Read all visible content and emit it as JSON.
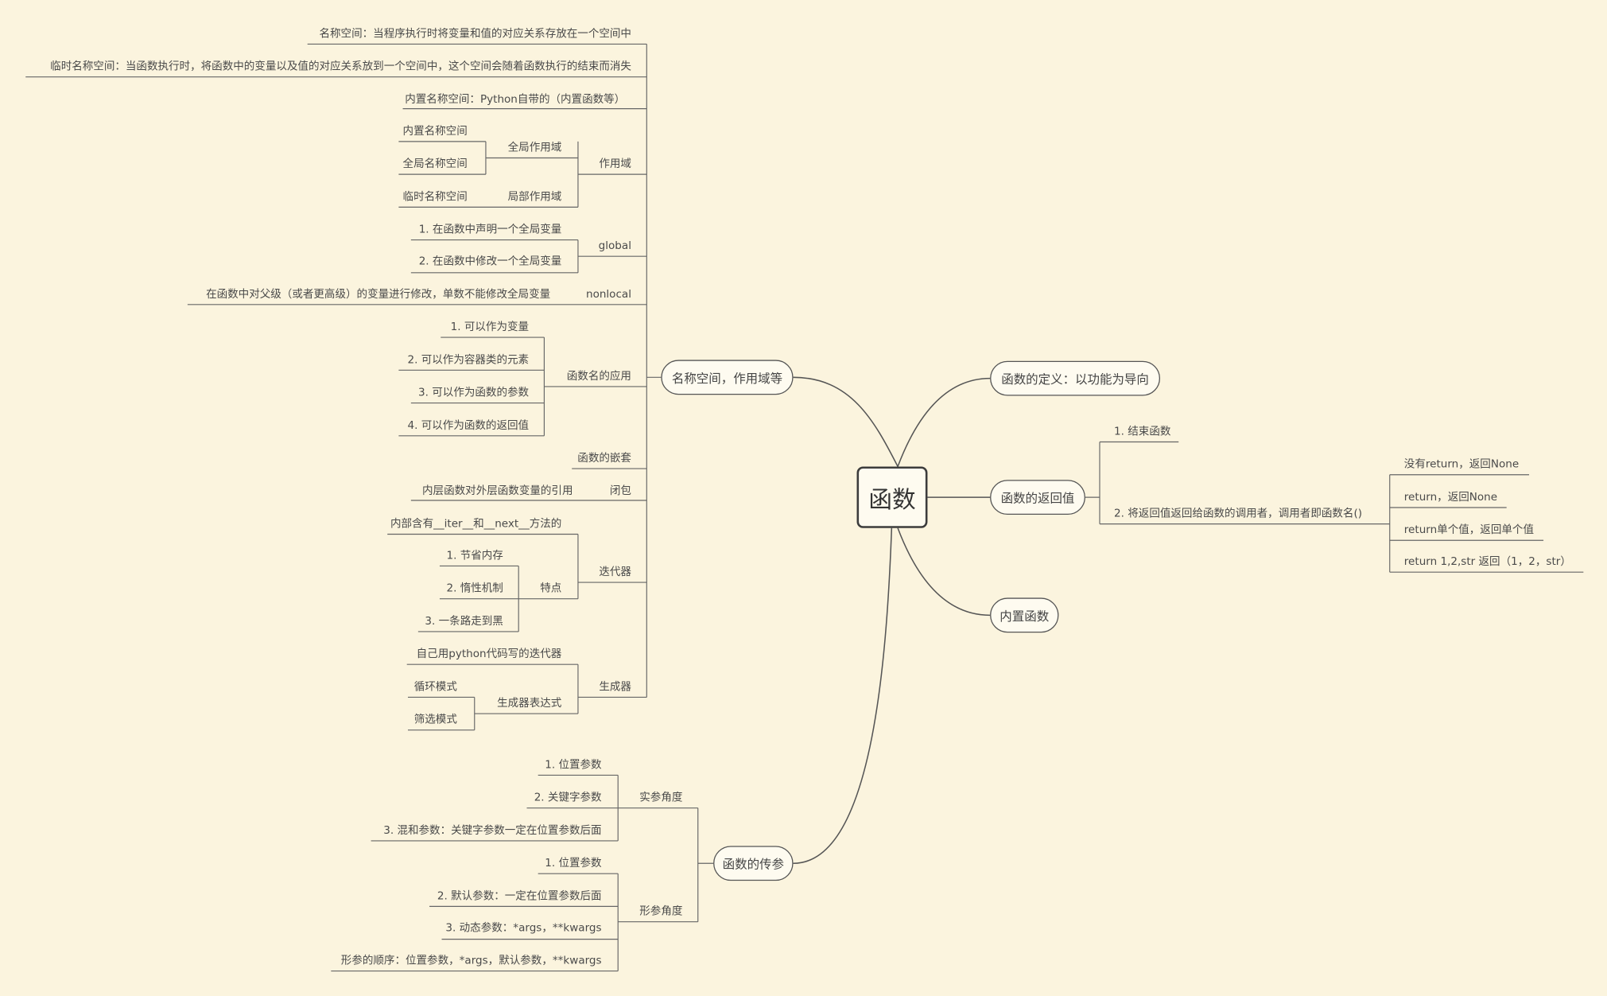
{
  "root": "函数",
  "branches": {
    "namespace": "名称空间，作用域等",
    "definition": "函数的定义：以功能为导向",
    "return": "函数的返回值",
    "builtin": "内置函数",
    "params": "函数的传参"
  },
  "namespace": {
    "ns_label": "名称空间：当程序执行时将变量和值的对应关系存放在一个空间中",
    "temp_ns": "临时名称空间：当函数执行时，将函数中的变量以及值的对应关系放到一个空间中，这个空间会随着函数执行的结束而消失",
    "builtin_ns": "内置名称空间：Python自带的（内置函数等）",
    "scope": {
      "label": "作用域",
      "global_scope": "全局作用域",
      "global_items": [
        "内置名称空间",
        "全局名称空间"
      ],
      "local_scope": "局部作用域",
      "local_item": "临时名称空间"
    },
    "global": {
      "label": "global",
      "items": [
        "1. 在函数中声明一个全局变量",
        "2. 在函数中修改一个全局变量"
      ]
    },
    "nonlocal": {
      "label": "nonlocal",
      "desc": "在函数中对父级（或者更高级）的变量进行修改，单数不能修改全局变量"
    },
    "fn_name": {
      "label": "函数名的应用",
      "items": [
        "1. 可以作为变量",
        "2. 可以作为容器类的元素",
        "3. 可以作为函数的参数",
        "4. 可以作为函数的返回值"
      ]
    },
    "nesting": "函数的嵌套",
    "closure": {
      "label": "闭包",
      "desc": "内层函数对外层函数变量的引用"
    },
    "iterator": {
      "label": "迭代器",
      "desc": "内部含有__iter__和__next__方法的",
      "features_label": "特点",
      "features": [
        "1. 节省内存",
        "2. 惰性机制",
        "3. 一条路走到黑"
      ]
    },
    "generator": {
      "label": "生成器",
      "desc": "自己用python代码写的迭代器",
      "expr_label": "生成器表达式",
      "modes": [
        "循环模式",
        "筛选模式"
      ]
    }
  },
  "return_value": {
    "items": [
      "1. 结束函数",
      "2. 将返回值返回给函数的调用者，调用者即函数名()"
    ],
    "sub": [
      "没有return，返回None",
      "return，返回None",
      "return单个值，返回单个值",
      "return 1,2,str   返回（1，2，str）"
    ]
  },
  "params": {
    "actual": {
      "label": "实参角度",
      "items": [
        "1. 位置参数",
        "2. 关键字参数",
        "3. 混和参数：关键字参数一定在位置参数后面"
      ]
    },
    "formal": {
      "label": "形参角度",
      "items": [
        "1. 位置参数",
        "2. 默认参数：一定在位置参数后面",
        "3. 动态参数：*args，**kwargs",
        "形参的顺序：位置参数，*args，默认参数，**kwargs"
      ]
    }
  }
}
